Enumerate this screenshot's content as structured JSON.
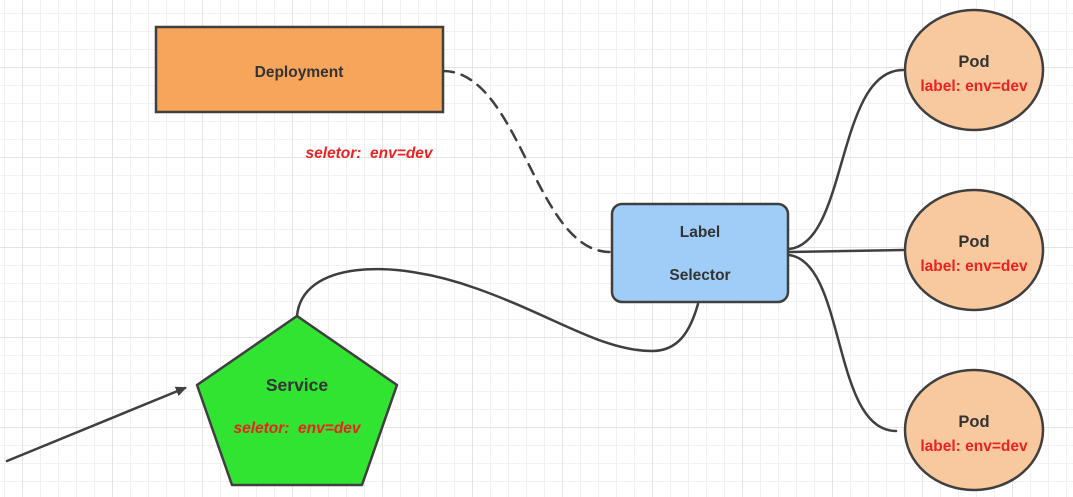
{
  "colors": {
    "deployment_fill": "#F7A55A",
    "selector_fill": "#A0CDF7",
    "service_fill": "#31E431",
    "pod_fill": "#F8C99E",
    "shape_border": "#3F3F3F",
    "edge_stroke": "#3F3F3F",
    "dark_text": "#333333",
    "red_text": "#EC2121"
  },
  "nodes": {
    "deployment": {
      "label": "Deployment",
      "annotation": "seletor:  env=dev"
    },
    "label_selector": {
      "line1": "Label",
      "line2": "Selector"
    },
    "service": {
      "label": "Service",
      "annotation": "seletor:  env=dev"
    },
    "pods": [
      {
        "title": "Pod",
        "label": "label: env=dev"
      },
      {
        "title": "Pod",
        "label": "label: env=dev"
      },
      {
        "title": "Pod",
        "label": "label: env=dev"
      }
    ]
  }
}
